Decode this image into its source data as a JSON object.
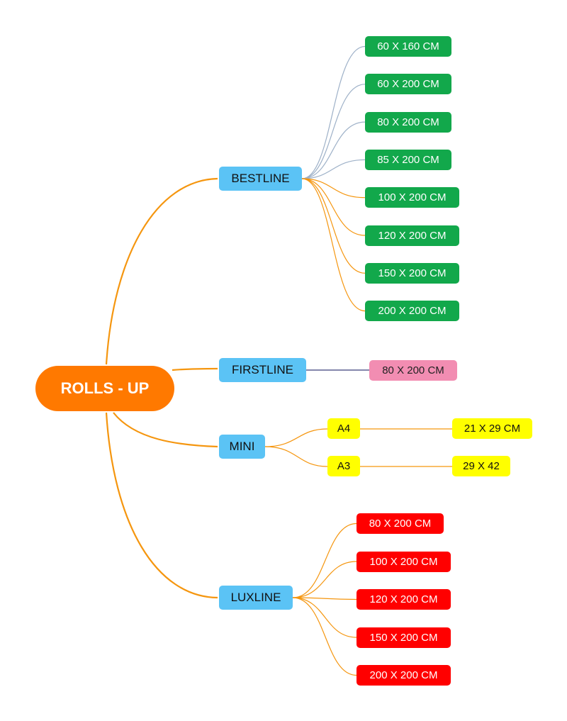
{
  "colors": {
    "root": "#ff7900",
    "branch": "#5bc3f5",
    "orange_line": "#f5960f",
    "grey_line": "#9eb1c8",
    "navy_line": "#3b3f7a",
    "green": "#12a84b",
    "pink": "#f28db2",
    "yellow": "#ffff00",
    "red": "#ff0000"
  },
  "root": {
    "label": "ROLLS - UP"
  },
  "branches": {
    "bestline": {
      "label": "BESTLINE",
      "items": [
        "60 X 160 CM",
        "60 X 200 CM",
        "80 X 200 CM",
        "85 X 200 CM",
        "100 X 200 CM",
        "120 X 200 CM",
        "150 X 200 CM",
        "200 X 200 CM"
      ]
    },
    "firstline": {
      "label": "FIRSTLINE",
      "items": [
        "80 X 200 CM"
      ]
    },
    "mini": {
      "label": "MINI",
      "formats": [
        {
          "label": "A4",
          "size": "21 X 29 CM"
        },
        {
          "label": "A3",
          "size": "29 X 42"
        }
      ]
    },
    "luxline": {
      "label": "LUXLINE",
      "items": [
        "80 X 200 CM",
        "100 X 200 CM",
        "120 X 200 CM",
        "150 X 200 CM",
        "200 X 200 CM"
      ]
    }
  }
}
